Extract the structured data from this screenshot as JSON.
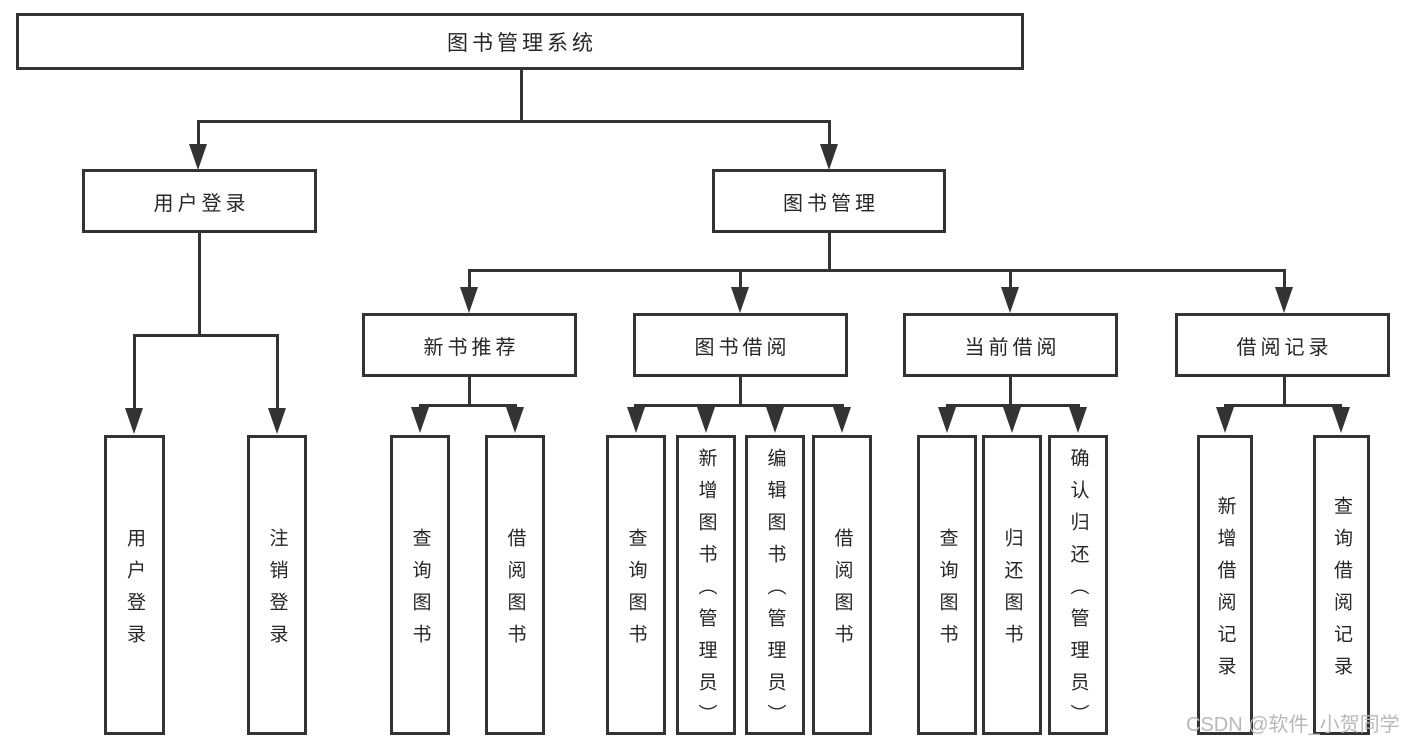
{
  "diagram": {
    "type": "tree-diagram",
    "nodes": {
      "root": "图书管理系统",
      "login": "用户登录",
      "mgmt": "图书管理",
      "l3": [
        "新书推荐",
        "图书借阅",
        "当前借阅",
        "借阅记录"
      ],
      "login_leaves": [
        "用户登录",
        "注销登录"
      ],
      "recommend_leaves": [
        "查询图书",
        "借阅图书"
      ],
      "borrow_leaves": [
        "查询图书",
        "新增图书（管理员）",
        "编辑图书（管理员）",
        "借阅图书"
      ],
      "current_leaves": [
        "查询图书",
        "归还图书",
        "确认归还（管理员）"
      ],
      "record_leaves": [
        "新增借阅记录",
        "查询借阅记录"
      ]
    },
    "colors": {
      "line": "#333333",
      "text": "#262626",
      "background": "#ffffff",
      "watermark": "#b9b9b9"
    },
    "watermark": "CSDN @软件_小贺同学"
  }
}
